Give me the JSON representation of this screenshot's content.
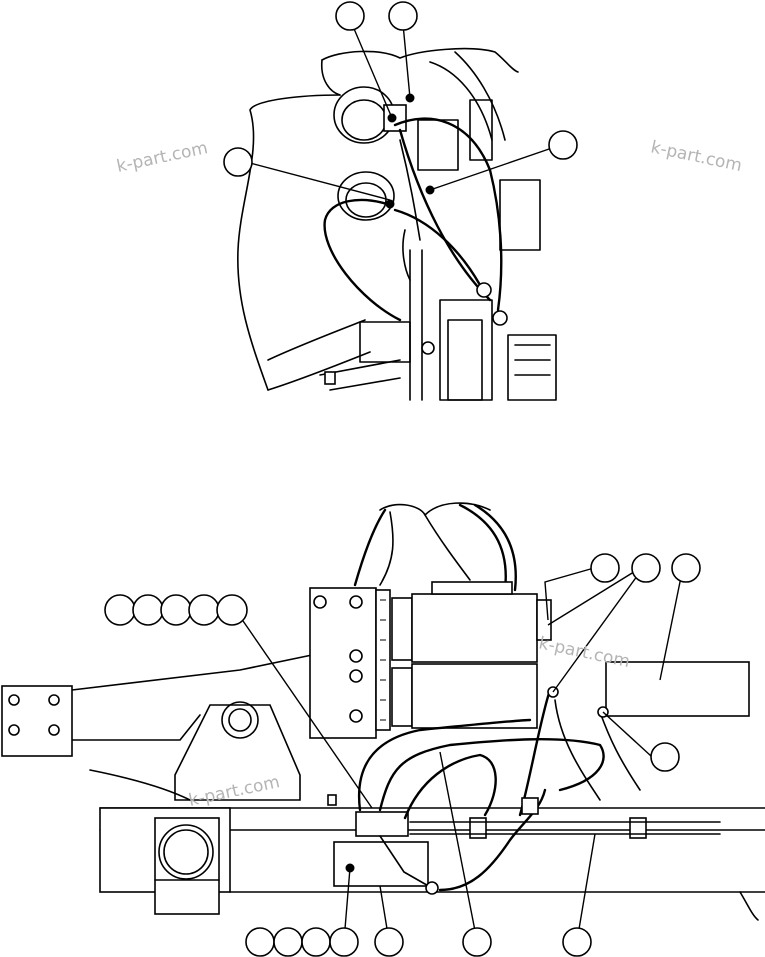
{
  "watermarks": [
    "k-part.com",
    "k-part.com",
    "k-part.com",
    "k-part.com"
  ],
  "colors": {
    "line": "#000000",
    "background": "#ffffff",
    "watermark": "#b4b4b4"
  }
}
